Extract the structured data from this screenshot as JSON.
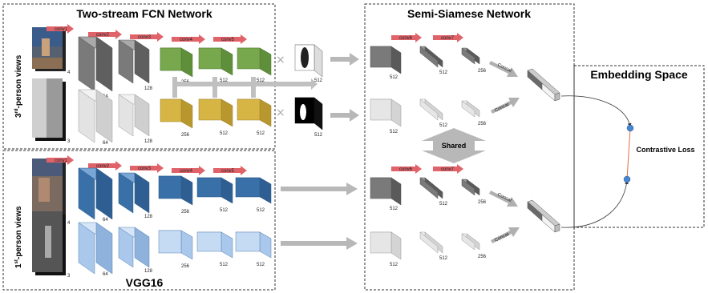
{
  "titles": {
    "fcn": "Two-stream FCN Network",
    "semi": "Semi-Siamese Network",
    "embed": "Embedding Space",
    "vgg": "VGG16"
  },
  "side_labels": {
    "third_prefix": "3",
    "third_sup": "rd",
    "third_rest": "-person views",
    "first_prefix": "1",
    "first_sup": "st",
    "first_rest": "-person views"
  },
  "stage_labels": [
    "conv1",
    "conv2",
    "conv3",
    "conv4",
    "conv5"
  ],
  "siamese_labels": [
    "conv6",
    "conv7"
  ],
  "concat_label": "Concat",
  "shared_label": "Shared",
  "contrastive_label": "Contrastive Loss",
  "channels": {
    "input_rgb": "4",
    "input_gray": "3",
    "c2": "64",
    "c3": "128",
    "c4": "256",
    "c5": "512",
    "c6": "512",
    "mask": "512",
    "s6": "512",
    "s7": "512",
    "s8": "256"
  },
  "colors": {
    "red_arrow": "#e0636a",
    "gray_dark": "#7a7a7a",
    "green": "#78a84e",
    "gold": "#d6b544",
    "blue_dark": "#3a70a8",
    "blue_light": "#a9c8ec",
    "gray_arrow": "#b8b8b8",
    "node": "#4a86d0",
    "loss_line": "#e07040"
  }
}
